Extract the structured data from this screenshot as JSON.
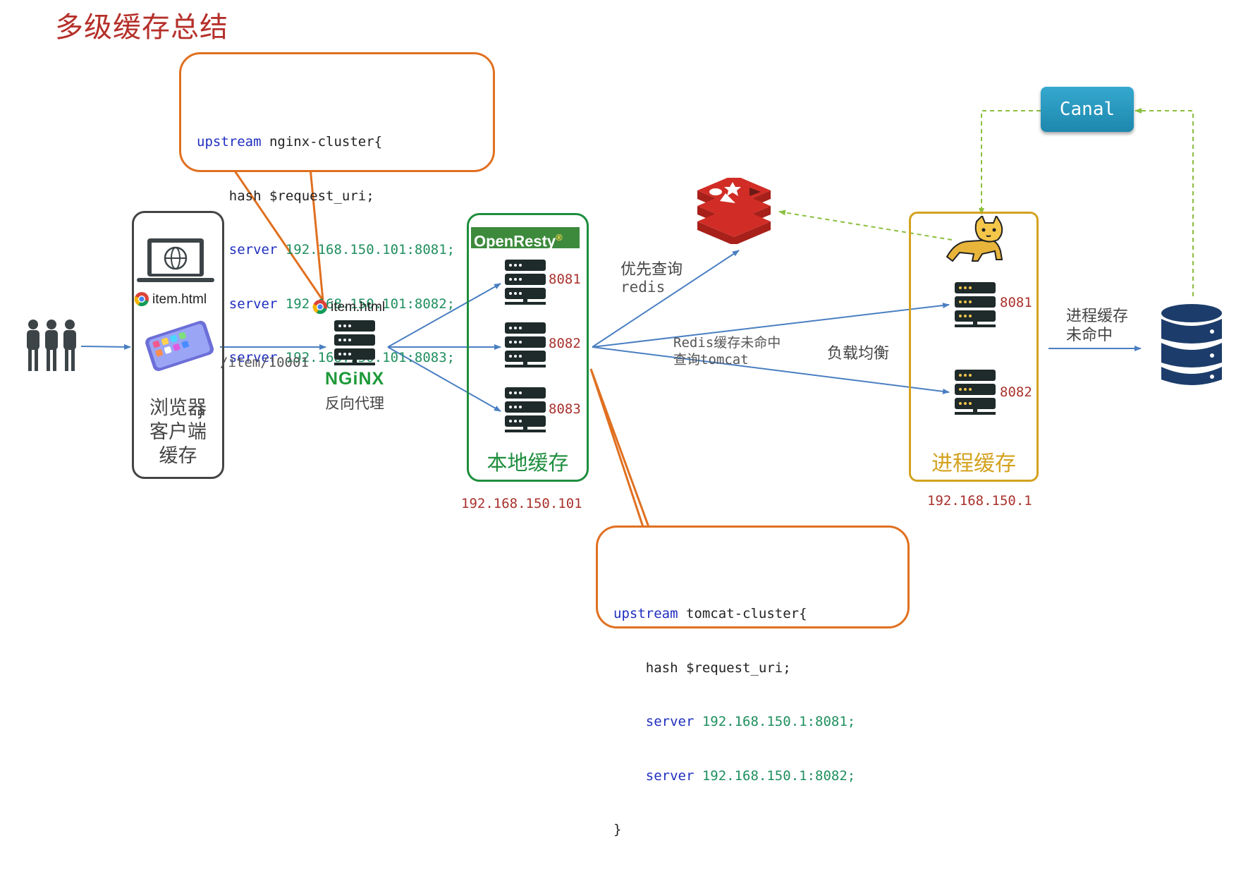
{
  "title": "多级缓存总结",
  "nginx_code": {
    "line1_kw": "upstream",
    "line1_rest": " nginx-cluster{",
    "line2": "    hash $request_uri;",
    "servers": [
      {
        "kw": "server",
        "ip": "192.168.150.101:8081;"
      },
      {
        "kw": "server",
        "ip": "192.168.150.101:8082;"
      },
      {
        "kw": "server",
        "ip": "192.168.150.101:8083;"
      }
    ],
    "close": "}"
  },
  "tomcat_code": {
    "line1_kw": "upstream",
    "line1_rest": " tomcat-cluster{",
    "line2": "    hash $request_uri;",
    "servers": [
      {
        "kw": "server",
        "ip": "192.168.150.1:8081;"
      },
      {
        "kw": "server",
        "ip": "192.168.150.1:8082;"
      }
    ],
    "close": "}"
  },
  "client": {
    "laptop_file": "item.html",
    "label_lines": [
      "浏览器",
      "客户端",
      "缓存"
    ]
  },
  "request_path": "/item/10001",
  "nginx": {
    "file": "item.html",
    "logo": "NGiNX",
    "label": "反向代理"
  },
  "openresty": {
    "badge": "OpenResty",
    "reg": "®",
    "ports": [
      "8081",
      "8082",
      "8083"
    ],
    "label": "本地缓存",
    "ip": "192.168.150.101"
  },
  "edges": {
    "redis_first_1": "优先查询",
    "redis_first_2": "redis",
    "miss_1": "Redis缓存未命中",
    "miss_2": "查询tomcat",
    "load_balance": "负载均衡",
    "jvm_miss_1": "进程缓存",
    "jvm_miss_2": "未命中"
  },
  "tomcat": {
    "ports": [
      "8081",
      "8082"
    ],
    "label": "进程缓存",
    "ip": "192.168.150.1"
  },
  "canal": "Canal",
  "colors": {
    "title": "#b5302a",
    "arrow": "#4a7fc1",
    "orange": "#e07020",
    "green": "#1e8e3e",
    "gold": "#d3a21e",
    "dashed": "#8bbf3f",
    "redis": "#d12d26",
    "db": "#1c3d6b"
  }
}
